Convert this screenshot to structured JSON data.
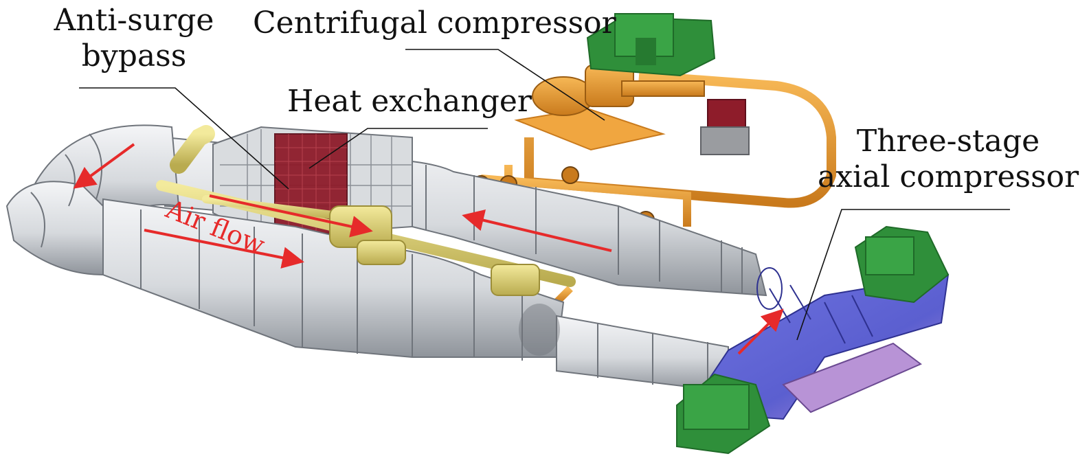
{
  "labels": {
    "anti_surge_line1": "Anti-surge",
    "anti_surge_line2": "bypass",
    "centrifugal": "Centrifugal compressor",
    "heat_exchanger": "Heat exchanger",
    "three_stage_line1": "Three-stage",
    "three_stage_line2": "axial compressor",
    "air_flow": "Air flow"
  },
  "colors": {
    "duct_light": "#e9ebee",
    "duct_mid": "#c9ccd1",
    "duct_dark": "#8a8f96",
    "bypass_yellow": "#e8dc86",
    "bypass_shadow": "#b9ab4f",
    "orange_pipe": "#f0a640",
    "orange_dark": "#c97a1c",
    "heat_red": "#8e1c2a",
    "motor_green": "#2f8f3a",
    "motor_dark": "#1f6a28",
    "axial_blue": "#5b5fd0",
    "axial_purple": "#b893d6",
    "arrow_red": "#e62a2a"
  }
}
